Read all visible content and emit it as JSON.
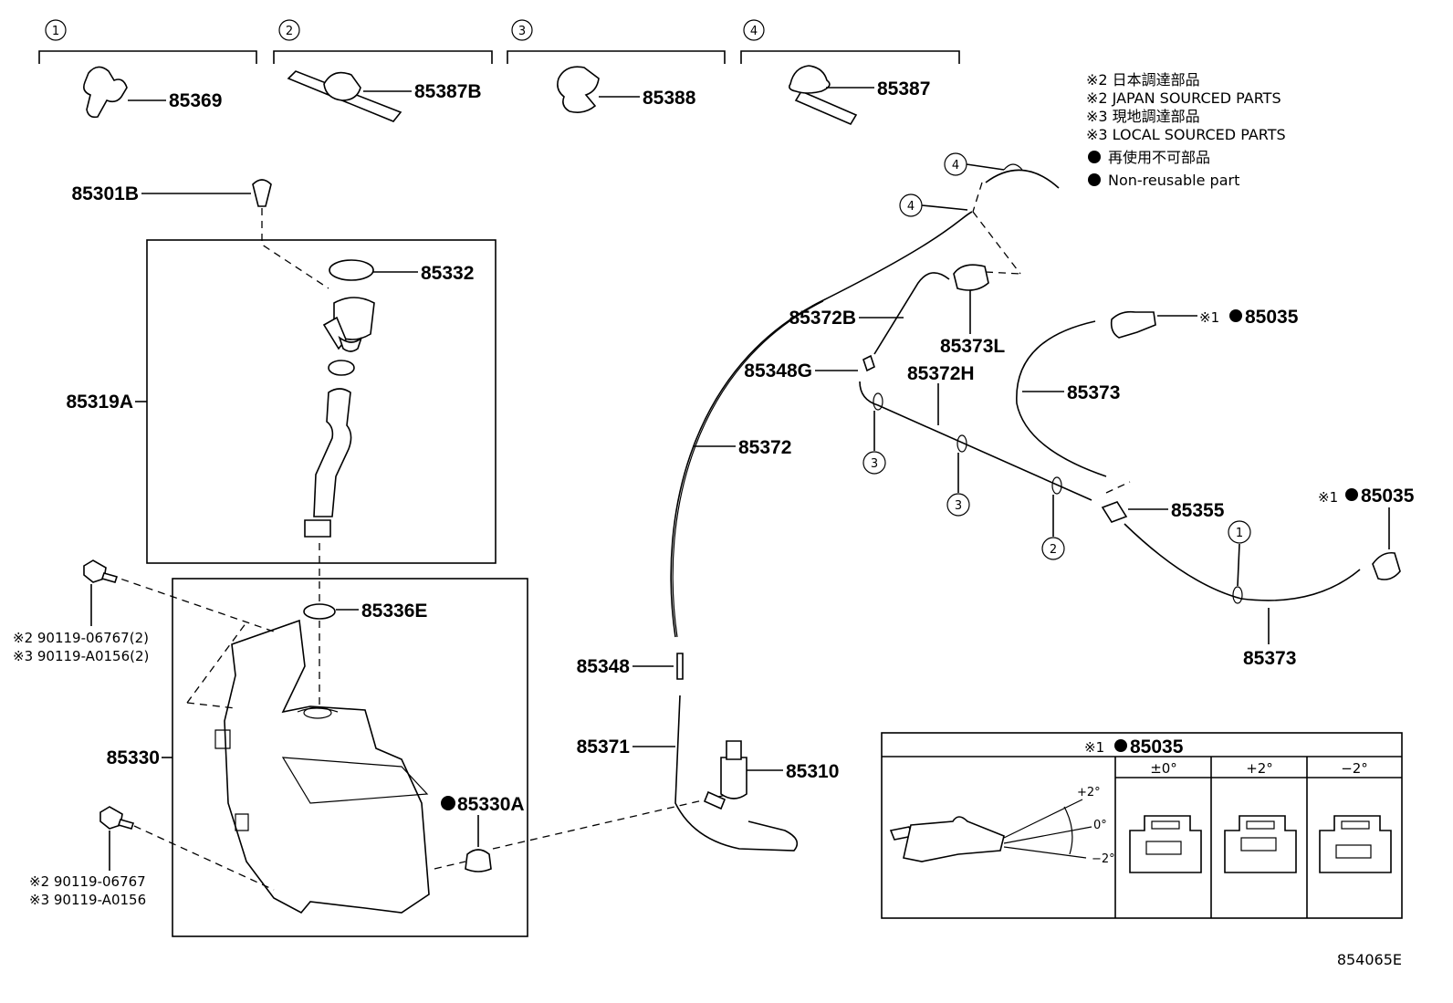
{
  "groups": [
    {
      "num": "1",
      "part": "85369"
    },
    {
      "num": "2",
      "part": "85387B"
    },
    {
      "num": "3",
      "part": "85388"
    },
    {
      "num": "4",
      "part": "85387"
    }
  ],
  "legend": {
    "line1": "※2 日本調達部品",
    "line2": "※2 JAPAN SOURCED PARTS",
    "line3": "※3 現地調達部品",
    "line4": "※3 LOCAL SOURCED PARTS",
    "line5": "再使用不可部品",
    "line6": "Non-reusable part"
  },
  "labels": {
    "p85301B": "85301B",
    "p85332": "85332",
    "p85319A": "85319A",
    "p85336E": "85336E",
    "p85330": "85330",
    "p85330A": "85330A",
    "bolt1_a": "※2 90119-06767(2)",
    "bolt1_b": "※3 90119-A0156(2)",
    "bolt2_a": "※2 90119-06767",
    "bolt2_b": "※3 90119-A0156",
    "p85372B": "85372B",
    "p85373L": "85373L",
    "p85348G": "85348G",
    "p85372H": "85372H",
    "p85372": "85372",
    "p85348": "85348",
    "p85371": "85371",
    "p85310": "85310",
    "p85035_a": "※1",
    "p85035_a_num": "85035",
    "p85373_a": "85373",
    "p85355": "85355",
    "p85035_b": "※1",
    "p85035_b_num": "85035",
    "p85373_b": "85373"
  },
  "callouts": {
    "c1": "4",
    "c2": "4",
    "c3": "3",
    "c4": "3",
    "c5": "2",
    "c6": "1"
  },
  "inset": {
    "title_prefix": "※1",
    "title_num": "85035",
    "col1": "±0°",
    "col2": "+2°",
    "col3": "−2°",
    "angle_plus": "+2°",
    "angle_zero": "0°",
    "angle_minus": "−2°"
  },
  "figure_code": "854065E"
}
